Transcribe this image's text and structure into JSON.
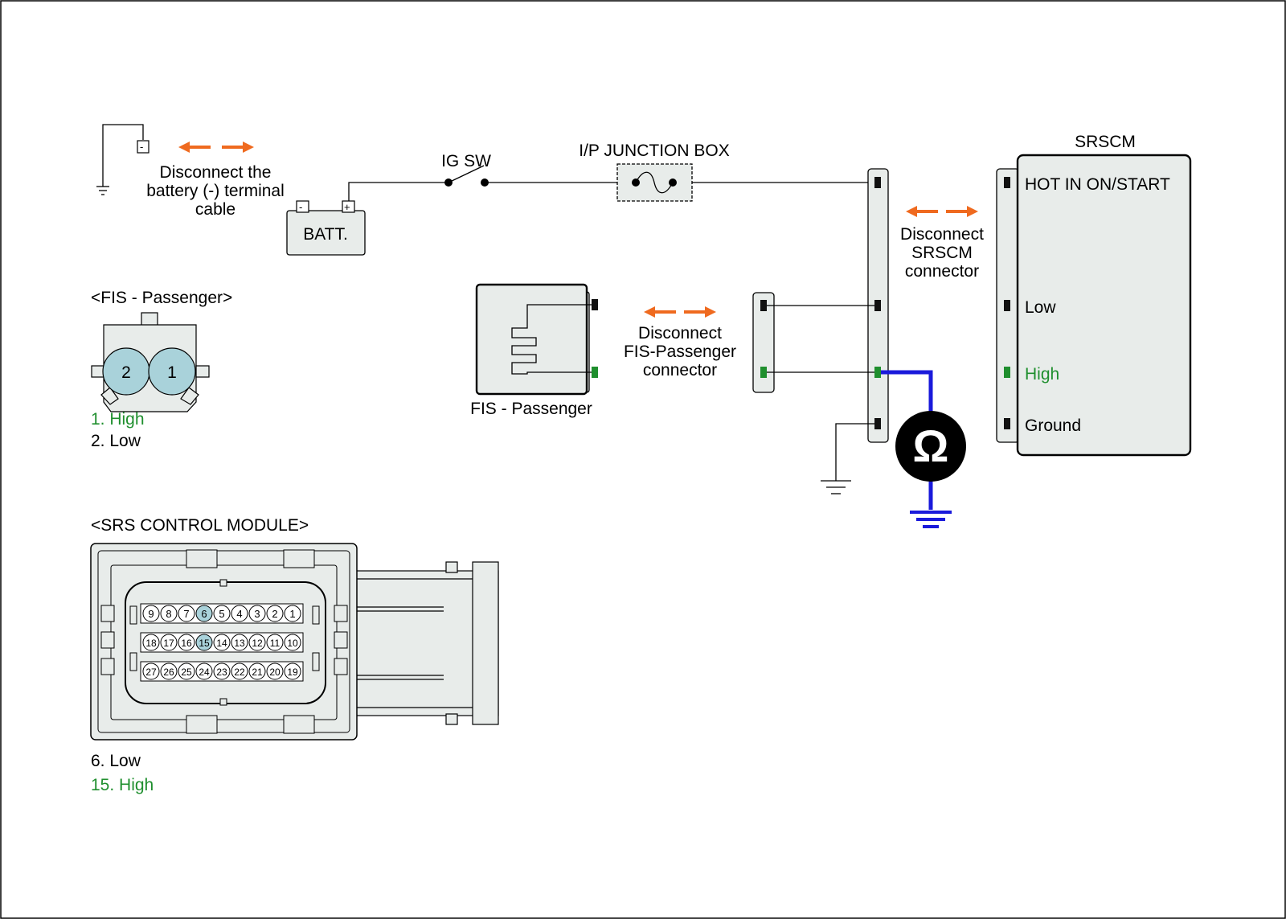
{
  "battery": {
    "label": "BATT.",
    "minus": "-",
    "plus": "+",
    "disconnect_line1": "Disconnect the",
    "disconnect_line2": "battery (-) terminal",
    "disconnect_line3": "cable",
    "cable_terminal": "-"
  },
  "ig_switch": {
    "label": "IG SW"
  },
  "junction_box": {
    "label": "I/P JUNCTION BOX"
  },
  "srscm": {
    "title": "SRSCM",
    "pin_hot": "HOT IN ON/START",
    "pin_low": "Low",
    "pin_high": "High",
    "pin_ground": "Ground",
    "disconnect_line1": "Disconnect",
    "disconnect_line2": "SRSCM",
    "disconnect_line3": "connector"
  },
  "fis": {
    "label": "FIS - Passenger",
    "disconnect_line1": "Disconnect",
    "disconnect_line2": "FIS-Passenger",
    "disconnect_line3": "connector"
  },
  "ohmmeter": {
    "symbol": "Ω"
  },
  "fis_connector": {
    "title": "<FIS - Passenger>",
    "pin2": "2",
    "pin1": "1",
    "legend_high": "1. High",
    "legend_low": "2. Low"
  },
  "srs_module": {
    "title": "<SRS CONTROL MODULE>",
    "row1": [
      "9",
      "8",
      "7",
      "6",
      "5",
      "4",
      "3",
      "2",
      "1"
    ],
    "row2": [
      "18",
      "17",
      "16",
      "15",
      "14",
      "13",
      "12",
      "11",
      "10"
    ],
    "row3": [
      "27",
      "26",
      "25",
      "24",
      "23",
      "22",
      "21",
      "20",
      "19"
    ],
    "highlight": [
      "6",
      "15"
    ],
    "legend_low": "6. Low",
    "legend_high": "15. High"
  },
  "colors": {
    "high": "#1f8f2e",
    "arrow": "#ef6a1f",
    "meter_wire": "#1a1adb",
    "pin_highlight": "#a9d2da"
  }
}
